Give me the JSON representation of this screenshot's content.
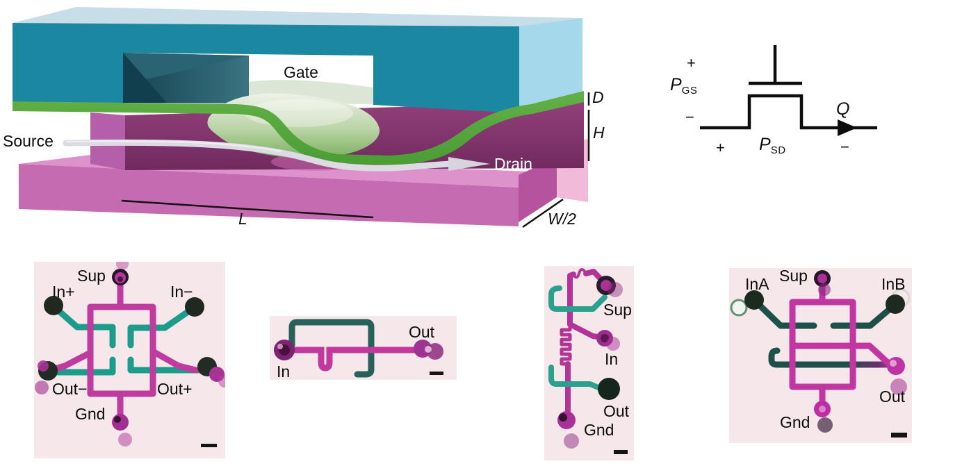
{
  "device_diagram": {
    "gate": "Gate",
    "source": "Source",
    "drain": "Drain",
    "dim_membrane": "D",
    "dim_height": "H",
    "dim_length": "L",
    "dim_half_width": "W/2",
    "colors": {
      "top_slab": "#1b87a1",
      "membrane": "#54a83d",
      "bottom_slab": "#c56bb1",
      "tube": "#dcdae2"
    }
  },
  "circuit_symbol": {
    "plus_gate": "+",
    "minus_gate": "−",
    "p_gate": "P",
    "p_gate_sub": "GS",
    "plus_source": "+",
    "p_channel": "P",
    "p_channel_sub": "SD",
    "minus_drain": "−",
    "flow": "Q"
  },
  "photos": [
    {
      "labels": {
        "sup": "Sup",
        "in_plus": "In+",
        "in_minus": "In−",
        "out_minus": "Out−",
        "out_plus": "Out+",
        "gnd": "Gnd"
      },
      "channel_colors": {
        "magenta": "#bf3b9e",
        "teal": "#1d9b8b"
      }
    },
    {
      "labels": {
        "in": "In",
        "out": "Out"
      },
      "channel_colors": {
        "magenta": "#c2399e",
        "teal": "#27615a"
      }
    },
    {
      "labels": {
        "sup": "Sup",
        "in": "In",
        "out": "Out",
        "gnd": "Gnd"
      },
      "channel_colors": {
        "magenta": "#b33397",
        "teal": "#2aa18f"
      }
    },
    {
      "labels": {
        "in_a": "InA",
        "sup": "Sup",
        "in_b": "InB",
        "out": "Out",
        "gnd": "Gnd"
      },
      "channel_colors": {
        "magenta": "#c136a0",
        "teal": "#1f4f49"
      }
    }
  ]
}
